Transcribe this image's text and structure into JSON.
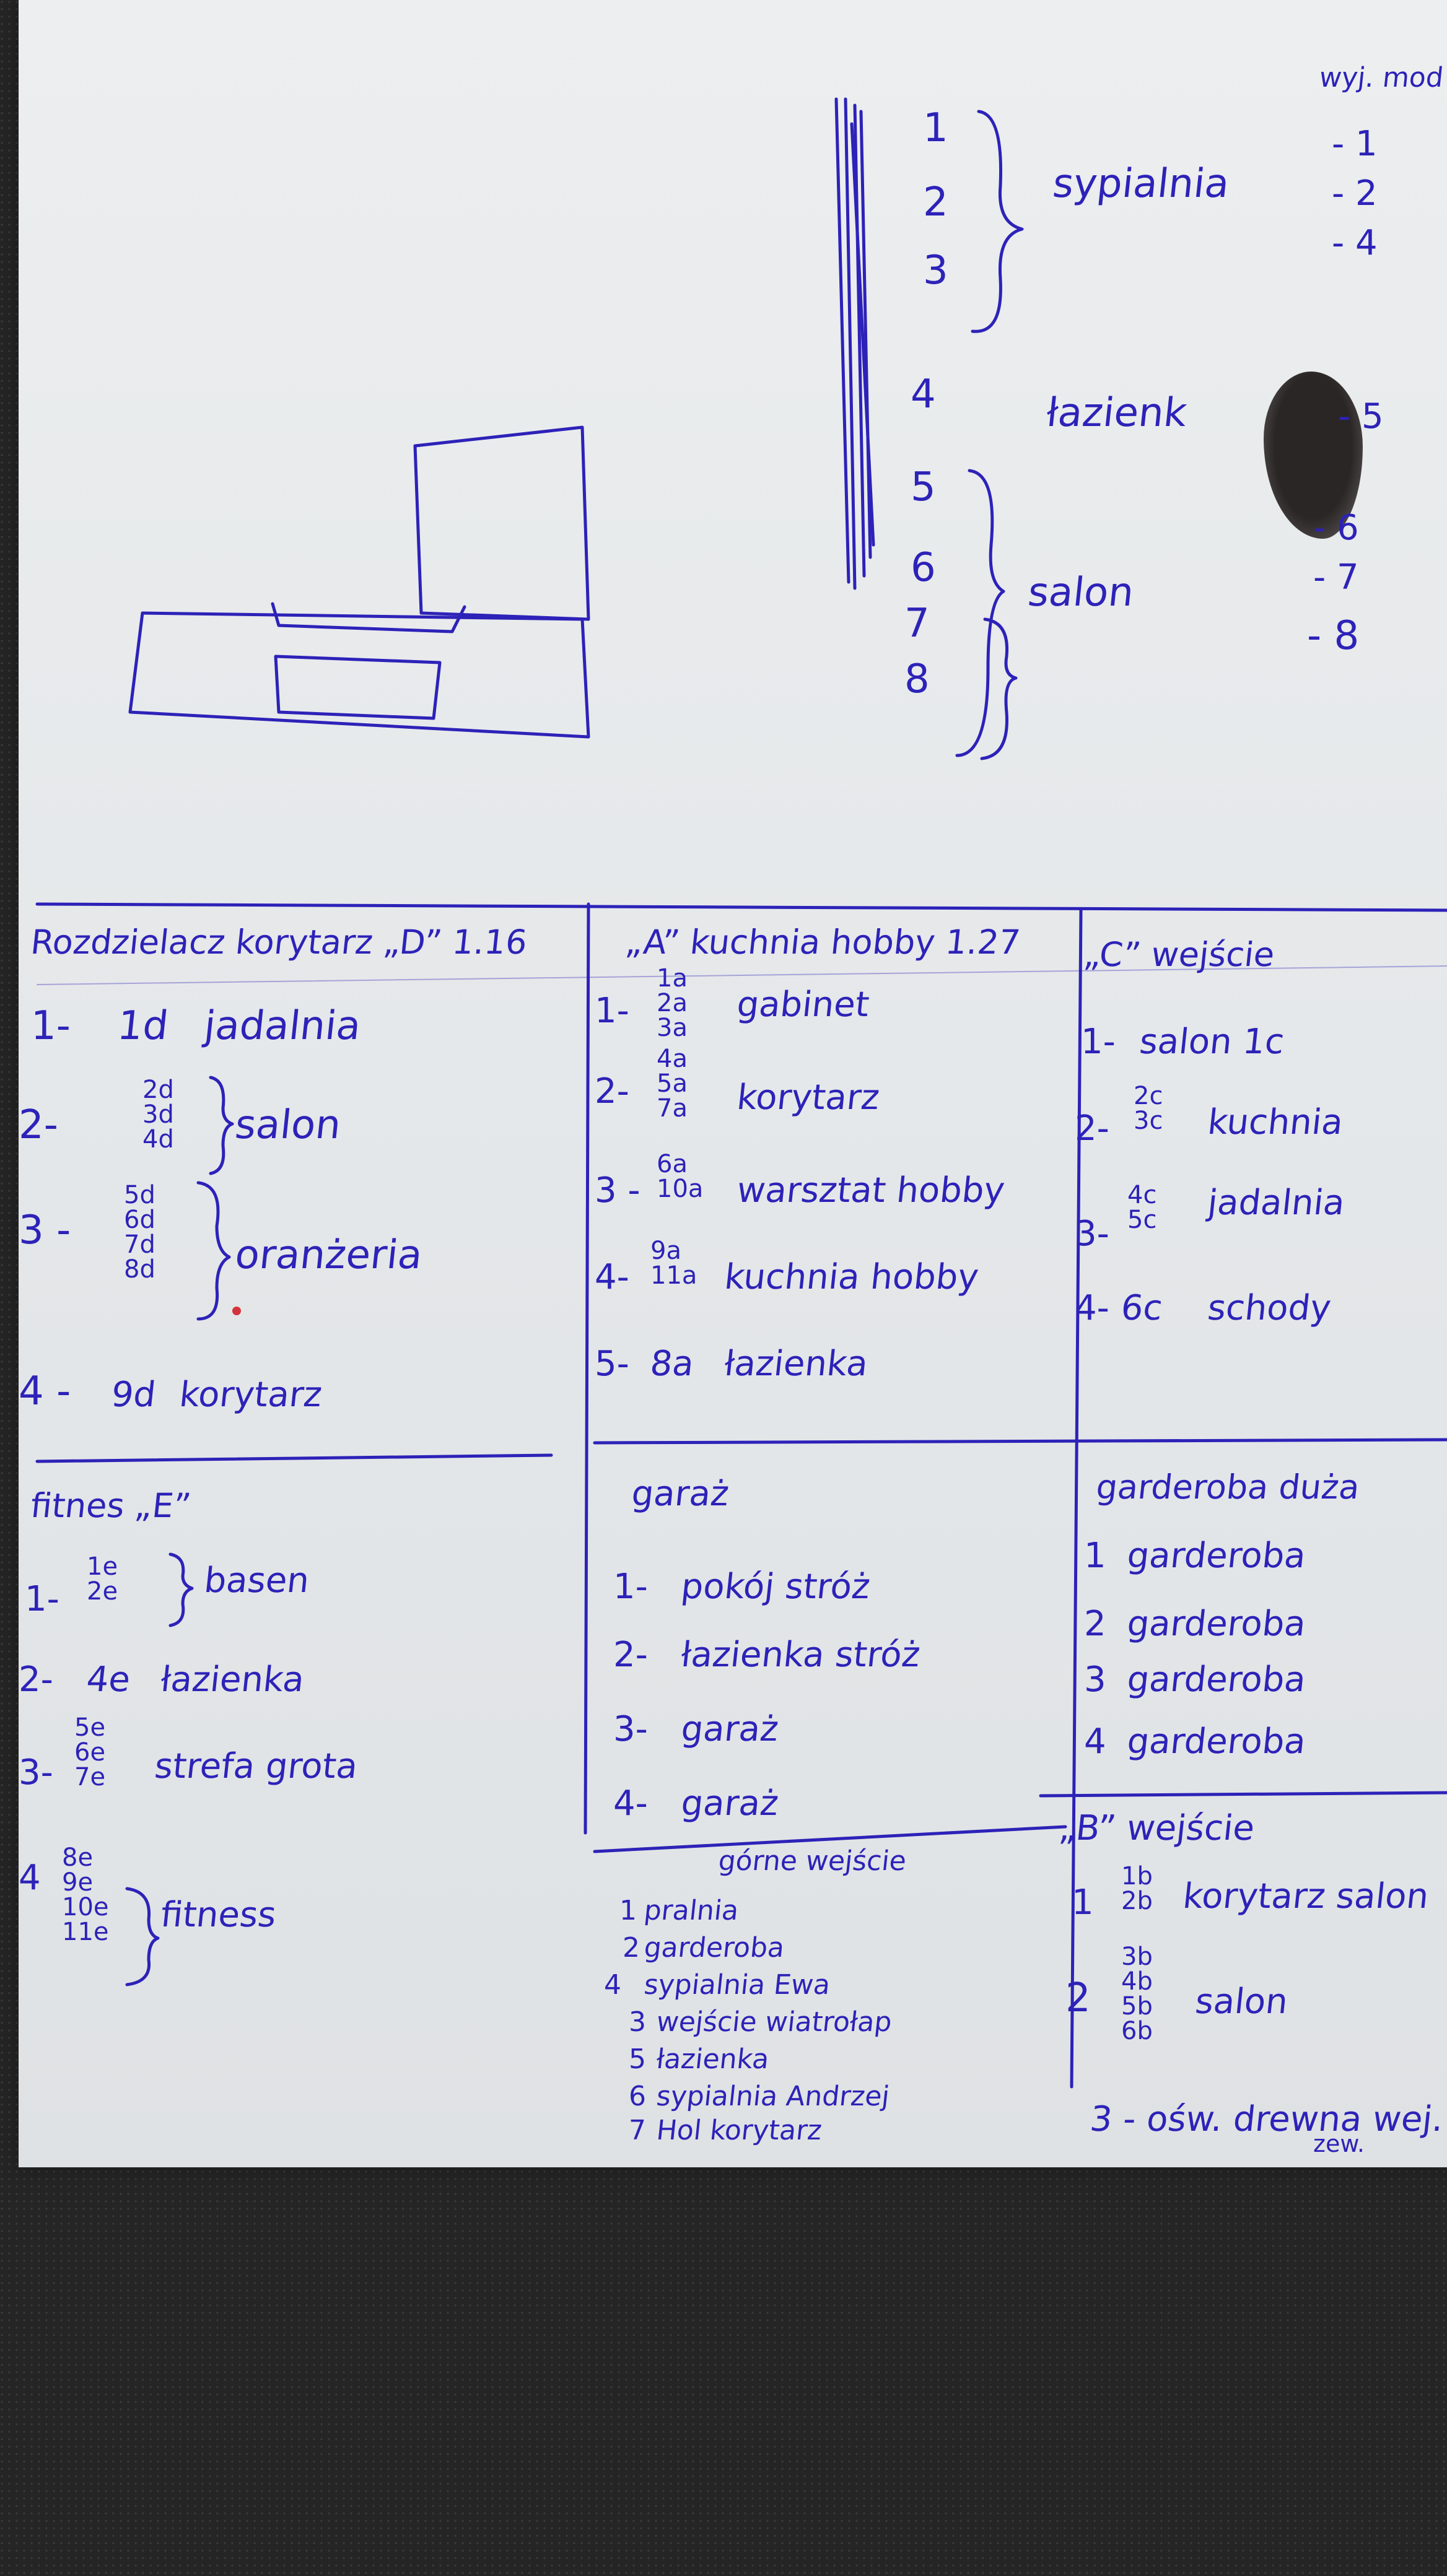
{
  "top_right": {
    "header": "wyj. mod",
    "nums": [
      "- 1",
      "- 2",
      "- 4",
      "- 5",
      "- 6",
      "- 7",
      "- 8"
    ]
  },
  "diagram": {
    "left_nums": [
      "1",
      "2",
      "3",
      "4",
      "5",
      "6",
      "7",
      "8"
    ],
    "labels": {
      "sypialnia": "sypialnia",
      "lazienka": "łazienk",
      "salon": "salon"
    }
  },
  "grid": {
    "d": {
      "title": "Rozdzielacz korytarz „D” 1.16",
      "rows": [
        {
          "num": "1-",
          "codes": [
            "1d"
          ],
          "label": "jadalnia"
        },
        {
          "num": "2-",
          "codes": [
            "2d",
            "3d",
            "4d"
          ],
          "label": "salon"
        },
        {
          "num": "3 -",
          "codes": [
            "5d",
            "6d",
            "7d",
            "8d"
          ],
          "label": "oranżeria"
        },
        {
          "num": "4 -",
          "codes": [
            "9d"
          ],
          "label": "korytarz"
        }
      ]
    },
    "a": {
      "title": "„A” kuchnia hobby 1.27",
      "rows": [
        {
          "num": "1-",
          "codes": [
            "1a",
            "2a",
            "3a"
          ],
          "label": "gabinet"
        },
        {
          "num": "2-",
          "codes": [
            "4a",
            "5a",
            "7a"
          ],
          "label": "korytarz"
        },
        {
          "num": "3 -",
          "codes": [
            "6a",
            "10a"
          ],
          "label": "warsztat hobby"
        },
        {
          "num": "4-",
          "codes": [
            "9a",
            "11a"
          ],
          "label": "kuchnia hobby"
        },
        {
          "num": "5-",
          "codes": [
            "8a"
          ],
          "label": "łazienka"
        }
      ]
    },
    "c": {
      "title": "„C” wejście",
      "rows": [
        {
          "num": "1-",
          "codes": [],
          "label": "salon 1c"
        },
        {
          "num": "2-",
          "codes": [
            "2c",
            "3c"
          ],
          "label": "kuchnia"
        },
        {
          "num": "3-",
          "codes": [
            "4c",
            "5c"
          ],
          "label": "jadalnia"
        },
        {
          "num": "4-",
          "codes": [
            "6c"
          ],
          "label": "schody"
        }
      ]
    },
    "e": {
      "title": "fitnes „E”",
      "rows": [
        {
          "num": "1-",
          "codes": [
            "1e",
            "2e"
          ],
          "label": "basen"
        },
        {
          "num": "2-",
          "codes": [
            "4e"
          ],
          "label": "łazienka"
        },
        {
          "num": "3-",
          "codes": [
            "5e",
            "6e",
            "7e"
          ],
          "label": "strefa grota"
        },
        {
          "num": "4",
          "codes": [
            "8e",
            "9e",
            "10e",
            "11e"
          ],
          "label": "fitness"
        }
      ]
    },
    "garaz": {
      "title": "garaż",
      "rows": [
        {
          "num": "1-",
          "label": "pokój stróż"
        },
        {
          "num": "2-",
          "label": "łazienka stróż"
        },
        {
          "num": "3-",
          "label": "garaż"
        },
        {
          "num": "4-",
          "label": "garaż"
        }
      ]
    },
    "garderoba": {
      "title": "garderoba duża",
      "rows": [
        {
          "num": "1",
          "label": "garderoba"
        },
        {
          "num": "2",
          "label": "garderoba"
        },
        {
          "num": "3",
          "label": "garderoba"
        },
        {
          "num": "4",
          "label": "garderoba"
        }
      ]
    },
    "gorne": {
      "title": "górne wejście",
      "rows": [
        {
          "num": "1",
          "label": "pralnia"
        },
        {
          "num": "2",
          "label": "garderoba"
        },
        {
          "num": "4",
          "label": "sypialnia Ewa"
        },
        {
          "num": "3",
          "label": "wejście wiatrołap"
        },
        {
          "num": "5",
          "label": "łazienka"
        },
        {
          "num": "6",
          "label": "sypialnia Andrzej"
        },
        {
          "num": "7",
          "label": "Hol korytarz"
        }
      ]
    },
    "b": {
      "title": "„B” wejście",
      "rows": [
        {
          "num": "1",
          "codes": [
            "1b",
            "2b"
          ],
          "label": "korytarz salon"
        },
        {
          "num": "2",
          "codes": [
            "3b",
            "4b",
            "5b",
            "6b"
          ],
          "label": "salon"
        }
      ],
      "footer": "3 - ośw. drewna wej.",
      "footer_sub": "zew."
    }
  }
}
